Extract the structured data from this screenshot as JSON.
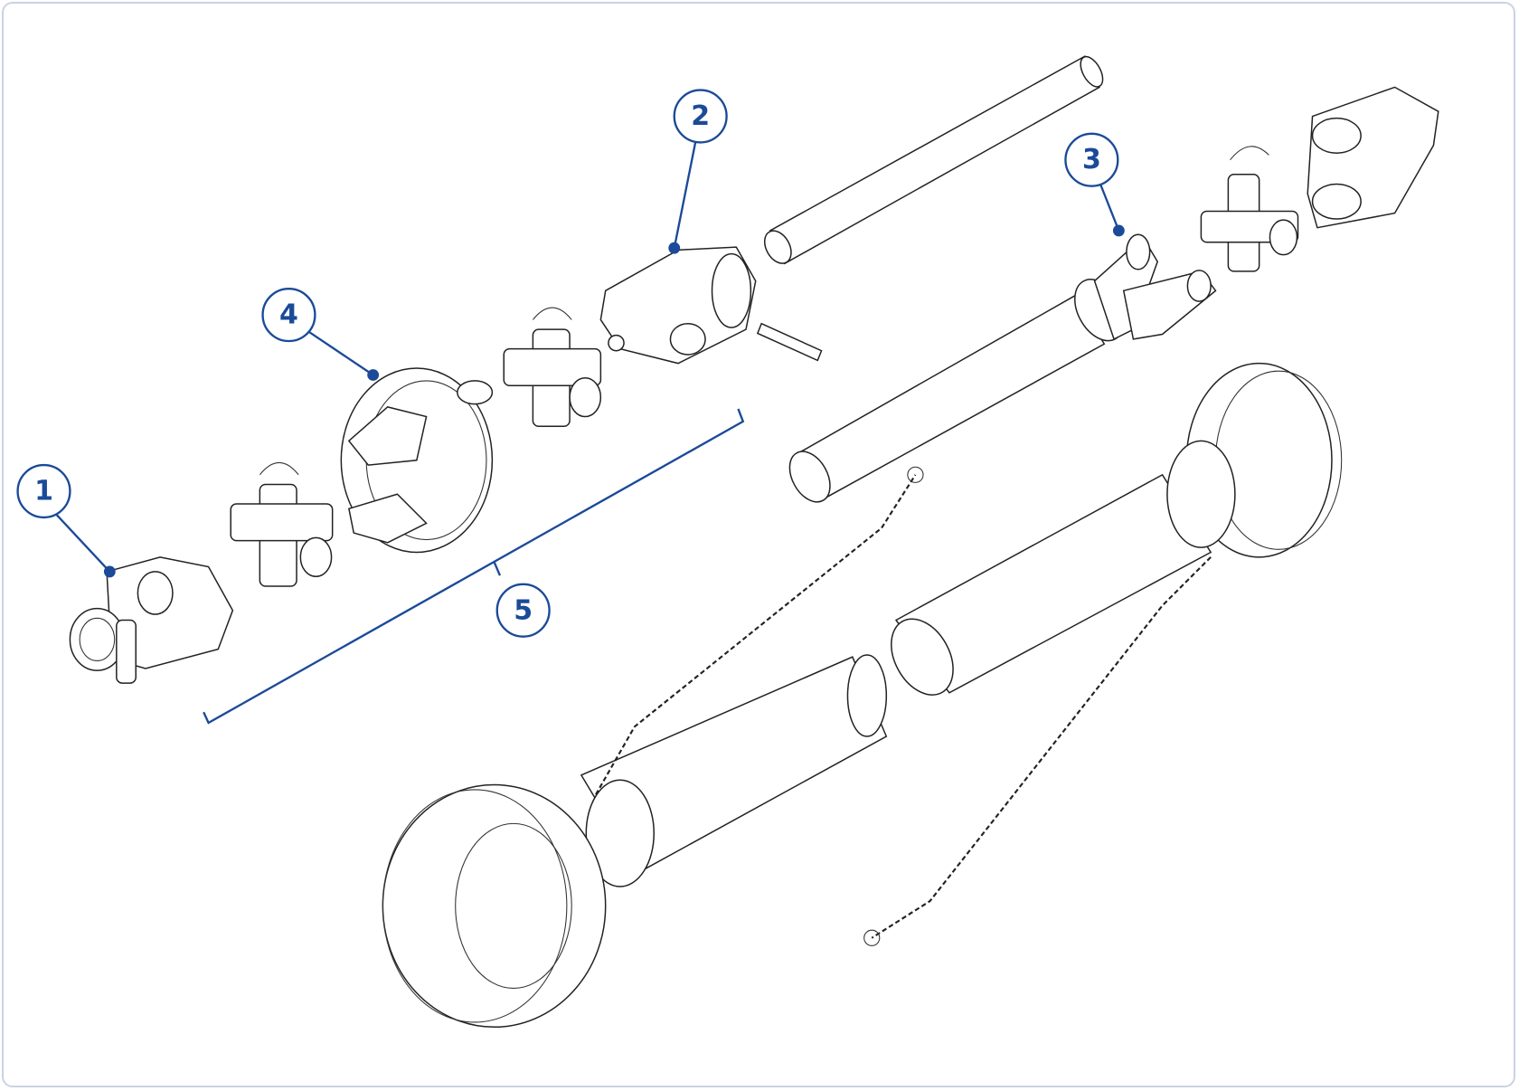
{
  "diagram": {
    "accent_color": "#1b4a98",
    "callouts": [
      {
        "label": "1"
      },
      {
        "label": "2"
      },
      {
        "label": "3"
      },
      {
        "label": "4"
      },
      {
        "label": "5"
      }
    ]
  }
}
